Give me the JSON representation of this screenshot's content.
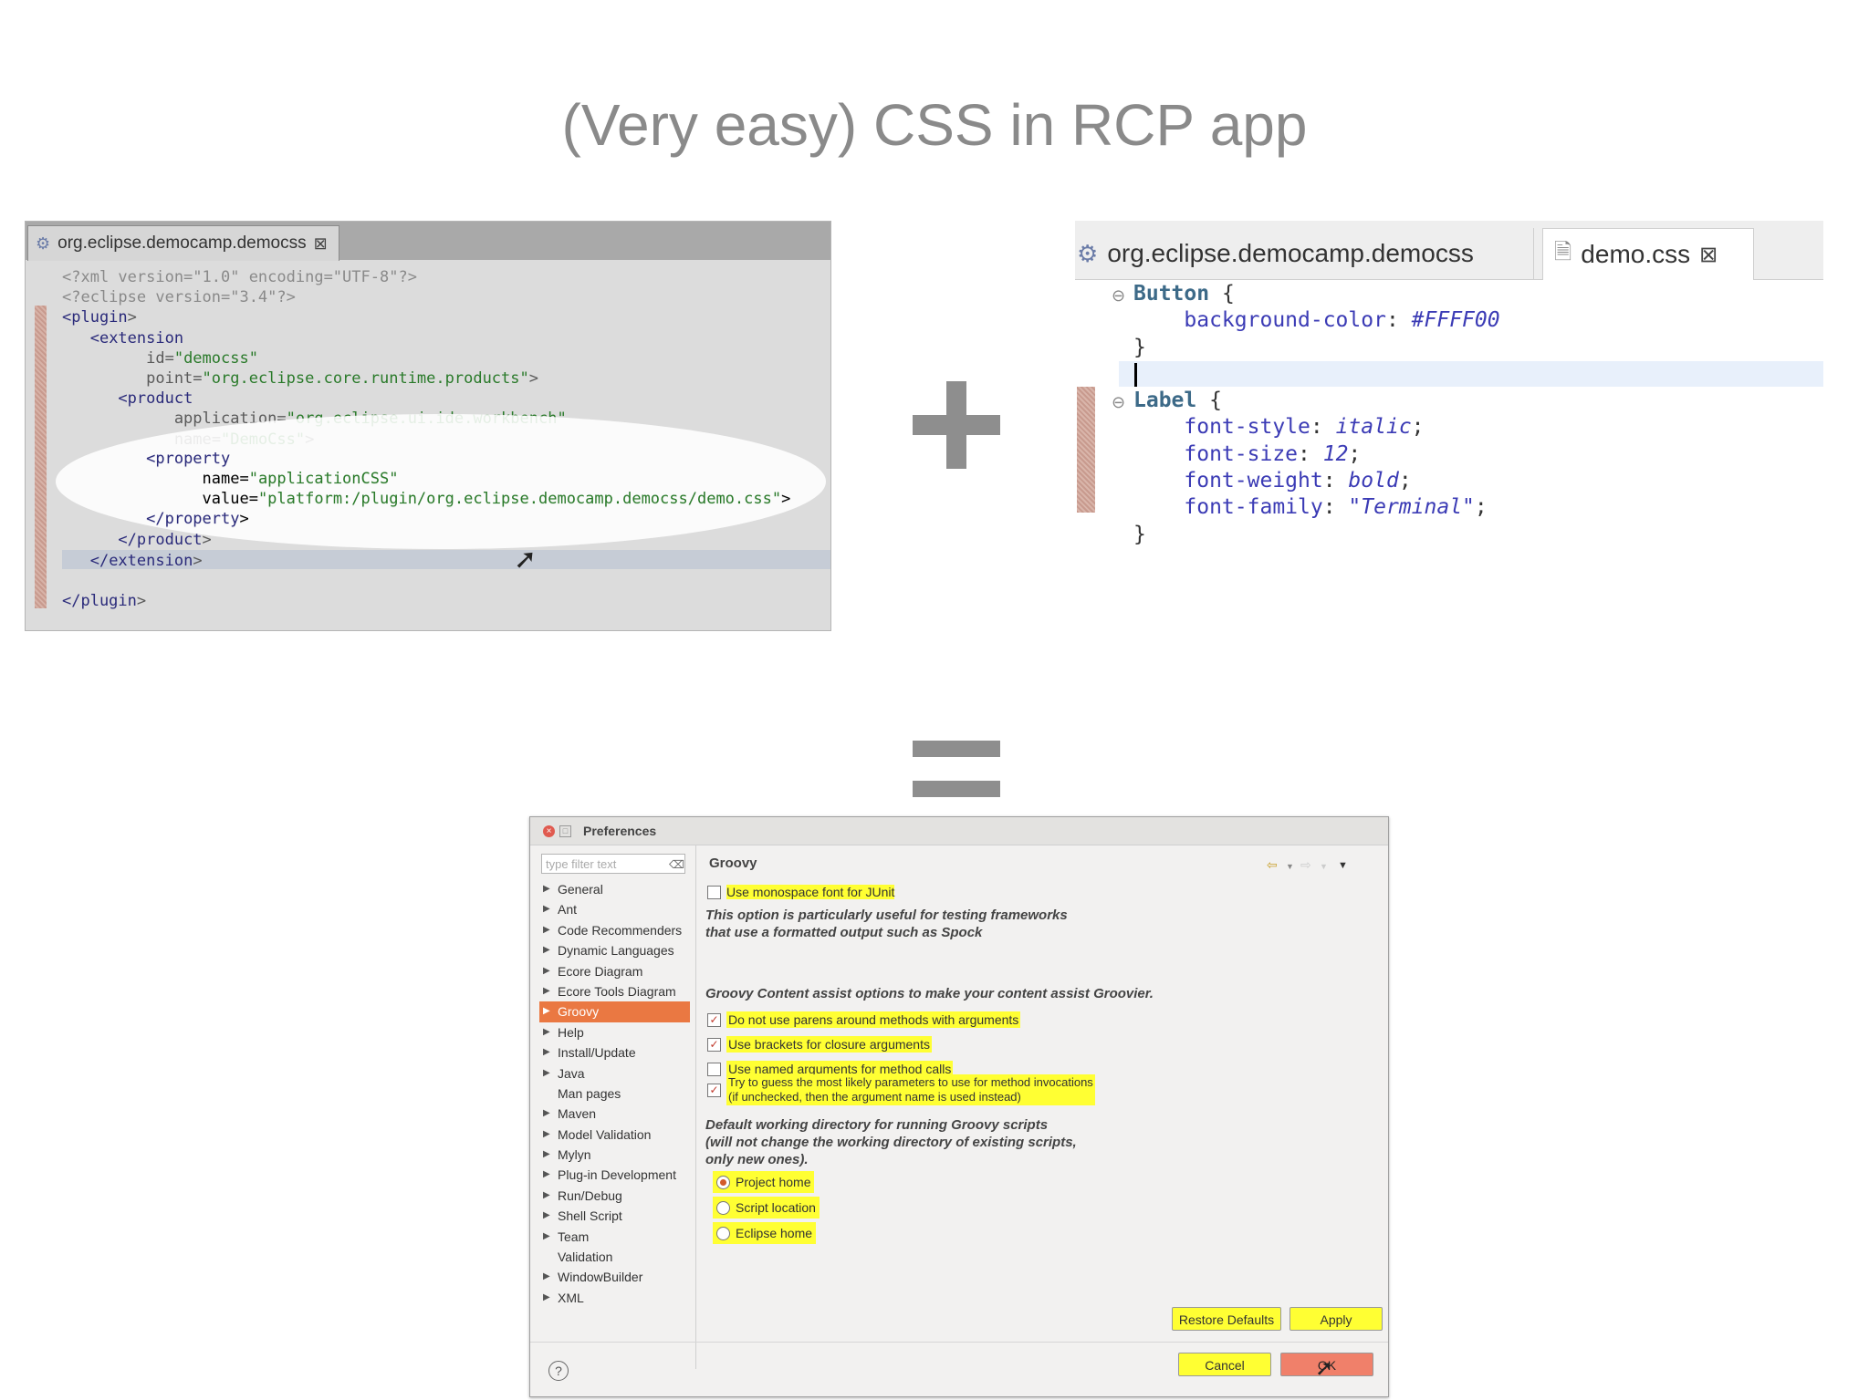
{
  "slide": {
    "title": "(Very easy) CSS in RCP app"
  },
  "xml_editor": {
    "tab_label": "org.eclipse.democamp.democss",
    "lines": [
      "<?xml version=\"1.0\" encoding=\"UTF-8\"?>",
      "<?eclipse version=\"3.4\"?>",
      "<plugin>",
      "   <extension",
      "         id=\"democss\"",
      "         point=\"org.eclipse.core.runtime.products\">",
      "      <product",
      "            application=\"org.eclipse.ui.ide.workbench\"",
      "            name=\"DemoCss\">",
      "         <property",
      "               name=\"applicationCSS\"",
      "               value=\"platform:/plugin/org.eclipse.democamp.democss/demo.css\">",
      "         </property>",
      "      </product>",
      "   </extension>",
      "",
      "</plugin>"
    ]
  },
  "css_editor": {
    "tabs": [
      "org.eclipse.democamp.democss",
      "demo.css"
    ],
    "lines": [
      "Button {",
      "    background-color: #FFFF00",
      "}",
      "",
      "Label {",
      "    font-style: italic;",
      "    font-size: 12;",
      "    font-weight: bold;",
      "    font-family: \"Terminal\";",
      "}"
    ]
  },
  "preferences": {
    "window_title": "Preferences",
    "filter_placeholder": "type filter text",
    "tree": [
      "General",
      "Ant",
      "Code Recommenders",
      "Dynamic Languages",
      "Ecore Diagram",
      "Ecore Tools Diagram",
      "Groovy",
      "Help",
      "Install/Update",
      "Java",
      "Man pages",
      "Maven",
      "Model Validation",
      "Mylyn",
      "Plug-in Development",
      "Run/Debug",
      "Shell Script",
      "Team",
      "Validation",
      "WindowBuilder",
      "XML"
    ],
    "selected_index": 6,
    "no_arrow_indices": [
      10,
      18
    ],
    "page_title": "Groovy",
    "monospace_label": "Use monospace font for JUnit",
    "monospace_desc_1": "This option is particularly useful for testing frameworks",
    "monospace_desc_2": "that use a formatted output such as Spock",
    "assist_heading": "Groovy Content assist options to make your content assist Groovier.",
    "assist_options": [
      {
        "label": "Do not use parens around methods with arguments",
        "checked": true
      },
      {
        "label": "Use brackets for closure arguments",
        "checked": true
      },
      {
        "label": "Use named arguments for method calls",
        "checked": false
      }
    ],
    "guess_label_1": "Try to guess the most likely parameters to use for method invocations",
    "guess_label_2": "(if unchecked, then the argument name is used instead)",
    "guess_checked": true,
    "workdir_heading_1": "Default working directory for running Groovy scripts",
    "workdir_heading_2": "(will not change the working directory of existing scripts,",
    "workdir_heading_3": "only new ones).",
    "radios": [
      {
        "label": "Project home",
        "checked": true
      },
      {
        "label": "Script location",
        "checked": false
      },
      {
        "label": "Eclipse home",
        "checked": false
      }
    ],
    "restore_defaults": "Restore Defaults",
    "apply": "Apply",
    "cancel": "Cancel",
    "ok": "OK"
  },
  "colors": {
    "highlight": "#FFFF33",
    "selection": "#EA7842",
    "ok_button": "#F0806A"
  },
  "icons": [
    "plugin-manifest-icon",
    "css-file-icon",
    "close-tab-icon",
    "back-arrow-icon",
    "forward-arrow-icon",
    "view-menu-icon",
    "help-icon",
    "mouse-cursor-icon"
  ]
}
